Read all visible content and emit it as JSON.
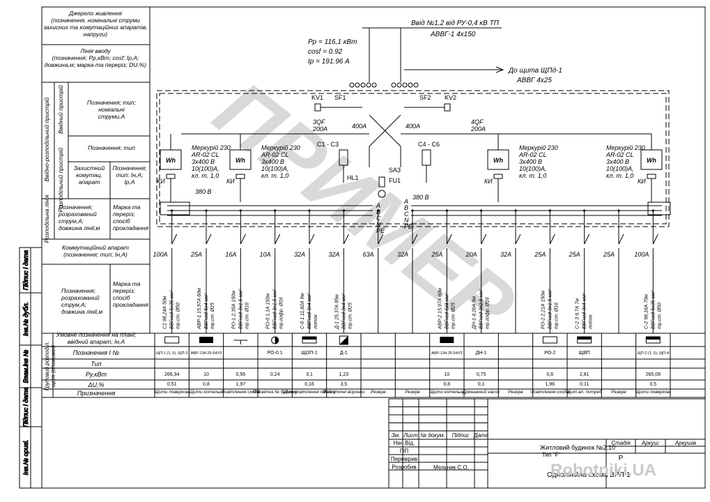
{
  "left_table": {
    "power_source": "Джерело живлення\n(позначення, номінальні струми\nзахисних та комутаційних апаратів,\nнапруги)",
    "input_line": "Лінія вводу\n(позначення; Pp,кВт; cosf; Ip,А;\nдовжина,м; марка та переріз; DU,%)",
    "group_vvidno": "Ввідно-розподільний пристрій",
    "vvidnyi": "Ввідний пристрій",
    "vvidnyi_desc": "Позначення; тип;\nноміальні\nструми,А",
    "rozpodilnyi": "Розподільний пристрій",
    "rozp_desc": "Позначення; тип",
    "protective": "Захистний\nкомутац.\nапарат",
    "protective_desc": "Позначення;\nтип; Ін,А;\nIр,А",
    "rozp_line": "Розподільна лінія",
    "rozp_line_desc1": "Позначення;\nрозрахований\nструм,А;\nдовжина лінії,м",
    "rozp_line_desc2": "Марка та\nпереріз;\nспосіб\nпрокладання",
    "comm_app": "Коммутаційний апарат\n(позначення; тип; Ін,А)",
    "group_line_desc1": "Позначення;\nрозрахований\nструм,А;\nдовжина лінії,м",
    "group_line_desc2": "Марка та\nпереріз;\nспосіб\nпрокладання",
    "consumer_group": "Груповий розподіл.\nщит (споживач)",
    "plan_symbol": "Умовне позначення на плані;\nввідний апарат;  Ін,А",
    "designation": "Позначення І №",
    "type": "Тип",
    "power": "Ру,кВт",
    "du": "ΔU,%",
    "purpose": "Призначення"
  },
  "side_stamp": [
    "Інв.№ оригі.",
    "Підпис і дата",
    "Взам.інв №",
    "Інв.№ дубл.",
    "Підпис і дата"
  ],
  "header": {
    "input_title": "Ввід №1,2 від РУ-0,4 кВ ТП",
    "input_cable": "АВВГ-1 4х150",
    "pp": "Рр = 116,1 кВт",
    "cosf": "cosf = 0.92",
    "ip": "Ір = 191.96 А",
    "to_board": "До щита ЩПд-1",
    "to_board_cable": "АВВГ 4х25"
  },
  "devices": {
    "kv1": "KV1",
    "sf1": "SF1",
    "sf2": "SF2",
    "kv2": "KV2",
    "qf3": "3QF",
    "qf3_rating": "200А",
    "qf4": "4QF",
    "qf4_rating": "200А",
    "a400_left": "400А",
    "a400_right": "400А",
    "c1c3": "С1 - С3",
    "c4c6": "С4 - С6",
    "hl1": "HL1",
    "fu1": "FU1",
    "sa3": "SA3",
    "v380_left": "380 В",
    "v380_right": "380 В",
    "phases": [
      "А",
      "B",
      "C",
      "N",
      "PE"
    ],
    "wh": "Wh",
    "ki": "КИ"
  },
  "meters": [
    {
      "text": "Меркурій 230\nAR-02 CL\n3х400 В\n10(100)А,\nкл. т. 1,0"
    },
    {
      "text": "Меркурій 230\nAR-02 CL\n3х400 В\n10(100)А,\nкл. т. 1,0"
    },
    {
      "text": "Меркурій 230\nAR-02 CL\n3х400 В\n10(100)А,\nкл. т. 1,0"
    },
    {
      "text": "Меркурій 230\nAR-02 CL\n3х400 В\n10(100)А,\nкл. т. 1,0"
    }
  ],
  "feeders": [
    {
      "breaker": "100А",
      "line": "С1 98,24А  50м",
      "cable": "ВВГнгd-5х35 мм²",
      "route": "тр.ст. Ø50",
      "sym": "rect",
      "designation": "ЩП-1.(1..5), ЩП-3",
      "type": "",
      "power": "266,34",
      "du": "0,51",
      "purpose": "Щити поверхові"
    },
    {
      "breaker": "25А",
      "line": "АВР-1 15,97А  60м",
      "cable": "ВВГнгd-5х4 мм²",
      "route": "тр.ст. Ø25",
      "sym": "filled",
      "designation": "АВР-134-25-54УЗ",
      "type": "",
      "power": "10",
      "du": "0,8",
      "purpose": "Щити котельні"
    },
    {
      "breaker": "16А",
      "line": "РО-1 2,35А  150м",
      "cable": "ВВГнгd-3х1,5 мм²",
      "route": "тр.ст. Ø16",
      "sym": "lamp",
      "designation": "",
      "type": "",
      "power": "0,56",
      "du": "1,97",
      "purpose": "Освітлення сходів"
    },
    {
      "breaker": "10А",
      "line": "РО-0 1,1А  150м",
      "cable": "ВВГнгd-3х1,5 мм²",
      "route": "тр.гофр. Ø16",
      "sym": "half",
      "designation": "РО-0.1",
      "type": "",
      "power": "0,24",
      "du": "",
      "purpose": "Підсвітка № будинку"
    },
    {
      "breaker": "32А",
      "line": "С-0 1 11,82А  9м",
      "cable": "ВВГнгd-3х4 мм²",
      "route": "лоток",
      "sym": "rectbar",
      "designation": "ЩОП-1",
      "type": "",
      "power": "3,1",
      "du": "0,16",
      "purpose": "Щит освітлення підвалу"
    },
    {
      "breaker": "32А",
      "line": "Д-1 25,37А  85м",
      "cable": "ВВГнгd-3х4 мм²",
      "route": "тр.ст. Ø25",
      "sym": "diag",
      "designation": "Д-1",
      "type": "",
      "power": "1,23",
      "du": "3,5",
      "purpose": "Водостічні воронки"
    },
    {
      "breaker": "63А",
      "line": "",
      "cable": "",
      "route": "",
      "sym": "",
      "designation": "",
      "type": "",
      "power": "",
      "du": "",
      "purpose": "Резерв"
    },
    {
      "breaker": "32А",
      "line": "",
      "cable": "",
      "route": "",
      "sym": "",
      "designation": "",
      "type": "",
      "power": "",
      "du": "",
      "purpose": "Резерв"
    },
    {
      "breaker": "25А",
      "line": "АВР-2 15,97А  60м",
      "cable": "ВВГнгd-5х4 мм²",
      "route": "тр.ст. Ø25",
      "sym": "filled",
      "designation": "АВР-134-25-54УЗ",
      "type": "",
      "power": "10",
      "du": "0,8",
      "purpose": "Щити котельні"
    },
    {
      "breaker": "20А",
      "line": "ДН-1 4,26А  9м",
      "cable": "ВВГнгd-3х2,5 мм²",
      "route": "тр.гофр. Ø16",
      "sym": "",
      "designation": "ДН-1",
      "type": "",
      "power": "0,75",
      "du": "0,1",
      "purpose": "Дренажний насос"
    },
    {
      "breaker": "32А",
      "line": "",
      "cable": "",
      "route": "",
      "sym": "",
      "designation": "",
      "type": "",
      "power": "",
      "du": "",
      "purpose": "Резерв"
    },
    {
      "breaker": "25А",
      "line": "РО-2 2,21А  150м",
      "cable": "ВВГнгd-3х1,5 мм²",
      "route": "тр.ст. Ø16",
      "sym": "rect",
      "designation": "РО-2",
      "type": "",
      "power": "0,6",
      "du": "1,96",
      "purpose": "Освітлення сходів"
    },
    {
      "breaker": "25А",
      "line": "С-2 3 9,7А  7м",
      "cable": "ВВГнгd-3х4 мм²",
      "route": "лоток",
      "sym": "rectbar",
      "designation": "ЩВП",
      "type": "",
      "power": "2,81",
      "du": "0,11",
      "purpose": "Щит вл. потреб"
    },
    {
      "breaker": "25А",
      "line": "",
      "cable": "",
      "route": "",
      "sym": "",
      "designation": "",
      "type": "",
      "power": "",
      "du": "",
      "purpose": "Резерв"
    },
    {
      "breaker": "100А",
      "line": "С-2 98,16А  70м",
      "cable": "ВВГнгd-5х35 мм²",
      "route": "тр.ст. Ø50",
      "sym": "rectbar",
      "designation": "ЩП-2.(1..5), ЩП-4",
      "type": "",
      "power": "265,09",
      "du": "0,5",
      "purpose": "Щити поверхові"
    }
  ],
  "title_block": {
    "cols": [
      "Зм.",
      "Лист",
      "№ докум.",
      "Підпис",
      "Дата"
    ],
    "rows": [
      "Нач.Від.",
      "ГІП",
      "Перевірив",
      "Розробив"
    ],
    "author": "Мельник С.О.",
    "building": "Житловий будинок №2.10",
    "type_label": "Тип \"F\"",
    "stage": "Стадія",
    "sheet": "Аркуш",
    "sheets": "Аркушів",
    "stage_value": "Р",
    "drawing": "Однолінійна схема ВРП-1"
  },
  "watermark": "ПРИМЕР",
  "logo": "Robotniki.UA"
}
